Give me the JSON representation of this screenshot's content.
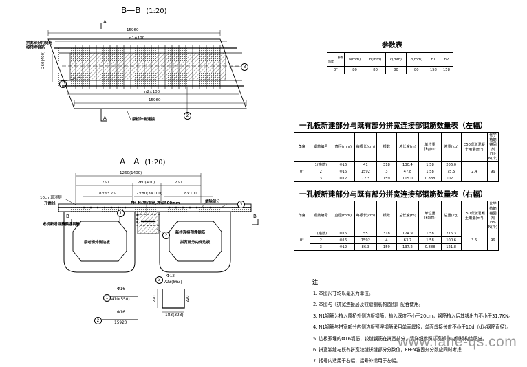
{
  "bb": {
    "title": "B—B",
    "scale": "(1:20)",
    "section_marks": [
      "A",
      "A"
    ],
    "dim_top": "15960",
    "dim_top_sub": "n1×100",
    "dim_left": "260(400)",
    "dim_bottom_sub": "n2×100",
    "dim_bottom": "15960",
    "label_left": "拼宽部分内侧连接预埋钢筋",
    "label_bottom": "原桥外侧连接",
    "callouts": [
      "1",
      "2",
      "3"
    ]
  },
  "aa": {
    "title": "A—A",
    "scale": "(1:20)",
    "dim_total": "1260(1400)",
    "dim_750": "750",
    "dim_260": "260(400)",
    "dim_250": "250",
    "dim_8x6375": "8×63.75",
    "dim_2x80": "2×80(3×100)",
    "dim_8x100": "8×100",
    "lbl_10cm": "10cm现浇层",
    "lbl_shear": "开凿线",
    "lbl_n1": "FH-N(埋)钢筋,埋深500mm",
    "lbl_lap": "凿除部分",
    "lbl_left_rebar": "老桥新增钢筋预埋钢筋",
    "lbl_right_rebar": "新桥连接预埋钢筋",
    "lbl_left_beam": "原老桥外侧边板",
    "lbl_right_beam": "拼宽部分内侧边板",
    "section_marks": [
      "B",
      "B"
    ],
    "callouts": [
      "1",
      "2",
      "3"
    ]
  },
  "details": {
    "b1_dia": "Φ16",
    "b1_len": "410(550)",
    "b2_dia": "Φ16",
    "b2_len": "15920",
    "b3_dia": "Φ12",
    "b3_len": "723(863)",
    "b3_h1": "220",
    "b3_h2": "220",
    "b3_w": "183(323)",
    "callouts": [
      "1",
      "2",
      "3"
    ]
  },
  "param": {
    "title": "参数表",
    "corner_top": "参数",
    "corner_bottom": "角度",
    "headers": [
      "a(mm)",
      "b(mm)",
      "c(mm)",
      "d(mm)",
      "n1",
      "n2"
    ],
    "row_label": "0°",
    "values": [
      "80",
      "80",
      "80",
      "80",
      "158",
      "158"
    ]
  },
  "tbl_left": {
    "title": "一孔板新建部分与既有部分拼宽连接部钢筋数量表（左幅）",
    "headers": [
      "角度",
      "钢筋编号",
      "直径(mm)",
      "每根长(cm)",
      "根数",
      "总长度(m)",
      "单位重(kg/m)",
      "总重(kg)",
      "C50现浇混凝土用量(m³)",
      "化学植筋锚固剂FH-N(个)"
    ],
    "angle": "0°",
    "rows": [
      [
        "1(箍筋)",
        "Φ16",
        "41",
        "318",
        "130.4",
        "1.58",
        "206.0"
      ],
      [
        "2",
        "Φ16",
        "1592",
        "3",
        "47.8",
        "1.58",
        "75.5"
      ],
      [
        "3",
        "Φ12",
        "72.3",
        "159",
        "115.0",
        "0.888",
        "102.1"
      ]
    ],
    "concrete": "2.4",
    "anchor": "99"
  },
  "tbl_right": {
    "title": "一孔板新建部分与既有部分拼宽连接部钢筋数量表（右幅）",
    "headers": [
      "角度",
      "钢筋编号",
      "直径(mm)",
      "每根长(cm)",
      "根数",
      "总长度(m)",
      "单位重(kg/m)",
      "总重(kg)",
      "C50现浇混凝土用量(m³)",
      "化学植筋锚固剂FH-N(个)"
    ],
    "angle": "0°",
    "rows": [
      [
        "1(箍筋)",
        "Φ16",
        "55",
        "318",
        "174.9",
        "1.58",
        "276.3"
      ],
      [
        "2",
        "Φ16",
        "1592",
        "4",
        "63.7",
        "1.58",
        "100.6"
      ],
      [
        "3",
        "Φ12",
        "86.3",
        "159",
        "137.2",
        "0.888",
        "121.8"
      ]
    ],
    "concrete": "3.5",
    "anchor": "99"
  },
  "notes": {
    "heading": "注",
    "items": [
      "1. 本图尺寸均以毫米为单位。",
      "2. 本图与《拼宽连接层及铰缝钢筋构造图》配合使用。",
      "3. N1钢筋为植入原桥外侧边板钢筋，植入深度不小于20cm，钢筋植入后其拔出力不小于31.7KN。",
      "4. N1钢筋与拼宽部分内侧边板预埋钢筋采用单面焊接，单面焊接长度不小于10d（d为钢筋直径）。",
      "5. 边板预埋的Φ16钢筋，铰缝钢筋在拼宽部分，请详细参照拼宽部分内侧板构造图出。",
      "6. 拼宽铰缝与既有拼宽铰缝拼缝部分分数值，FH-N锚固剂分数应同时考虑 ...",
      "7. 括号内适用于右幅，括号外适用于左幅。"
    ]
  },
  "watermark": "www.fahe-qs.com"
}
